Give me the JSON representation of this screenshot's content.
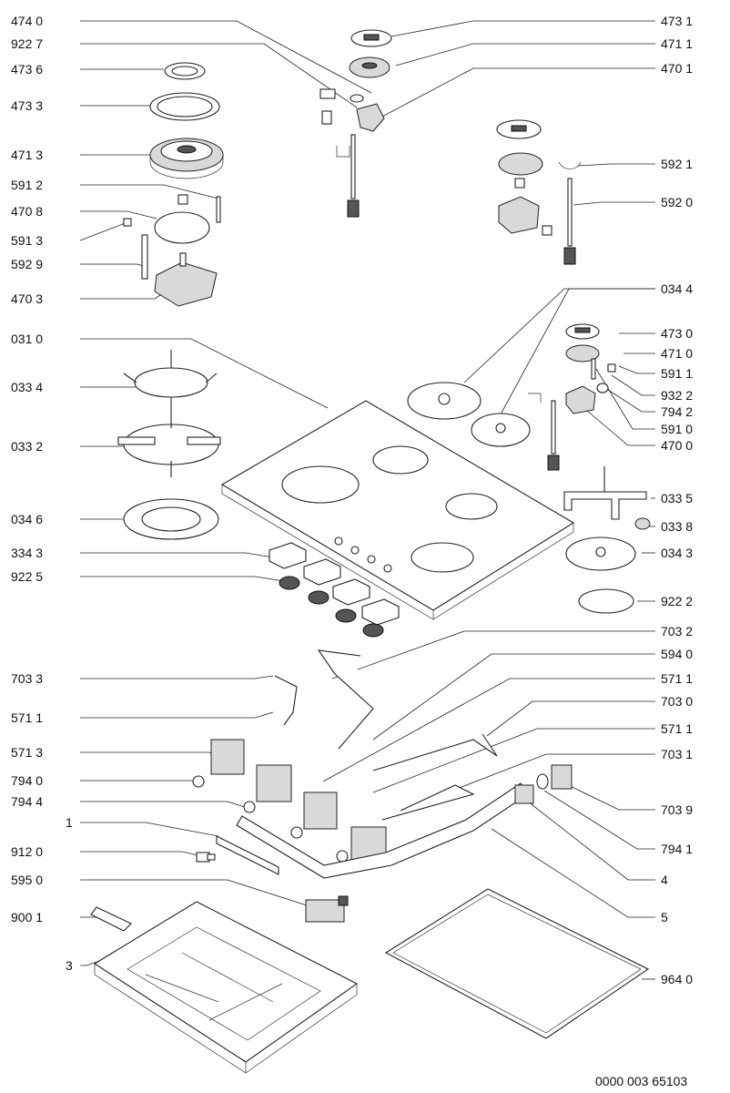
{
  "labels": {
    "l4740": "474 0",
    "l9227": "922 7",
    "l4736": "473 6",
    "l4733": "473 3",
    "l4713": "471 3",
    "l5912": "591 2",
    "l4708": "470 8",
    "l5913": "591 3",
    "l5929": "592 9",
    "l4703": "470 3",
    "l4731": "473 1",
    "l4711": "471 1",
    "l4701": "470 1",
    "l5921": "592 1",
    "l5920": "592 0",
    "l0344": "034 4",
    "l4730": "473 0",
    "l4710": "471 0",
    "l5911": "591 1",
    "l9322": "932 2",
    "l7942": "794 2",
    "l5910": "591 0",
    "l4700": "470 0",
    "l0310": "031 0",
    "l0334": "033 4",
    "l0332": "033 2",
    "l0346": "034 6",
    "l3343": "334 3",
    "l9225": "922 5",
    "l0335": "033 5",
    "l0338": "033 8",
    "l0343": "034 3",
    "l9222": "922 2",
    "l7032": "703 2",
    "l5940": "594 0",
    "l7033": "703 3",
    "l5711a": "571 1",
    "l5711b": "571 1",
    "l7030": "703 0",
    "l5711c": "571 1",
    "l5713": "571 3",
    "l7031": "703 1",
    "l7940": "794 0",
    "l7944": "794 4",
    "l7039": "703 9",
    "l1": "1",
    "l7941": "794 1",
    "l9120": "912 0",
    "l4": "4",
    "l5950": "595 0",
    "l5": "5",
    "l9001": "900 1",
    "l3": "3",
    "l9640": "964 0"
  },
  "document_number": "0000 003 65103"
}
